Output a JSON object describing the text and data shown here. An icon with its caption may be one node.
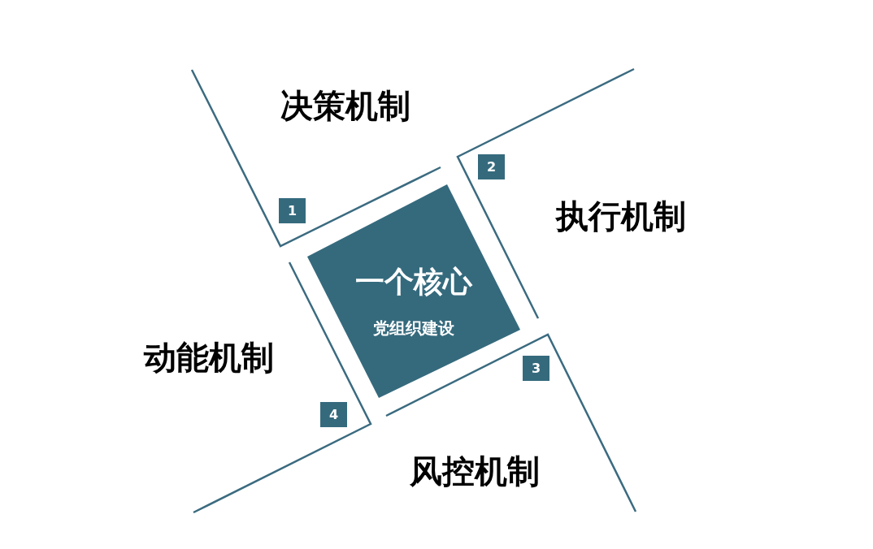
{
  "diagram": {
    "nodes": [
      {
        "text": [
          "一个核心",
          "党组织建设"
        ]
      },
      {
        "text": [
          "1"
        ]
      },
      {
        "text": [
          "2"
        ]
      },
      {
        "text": [
          "3"
        ]
      },
      {
        "text": [
          "4"
        ]
      }
    ],
    "edges": [],
    "labels": [
      "决策机制",
      "执行机制",
      "动能机制",
      "风控机制"
    ]
  }
}
